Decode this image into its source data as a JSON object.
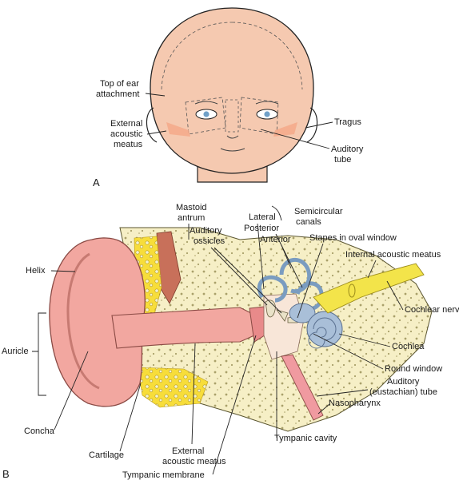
{
  "panel_a": {
    "letter": "A",
    "labels": {
      "top_of_ear_1": "Top of ear",
      "top_of_ear_2": "attachment",
      "eam_1": "External",
      "eam_2": "acoustic",
      "eam_3": "meatus",
      "tragus": "Tragus",
      "auditory_tube_1": "Auditory",
      "auditory_tube_2": "tube"
    }
  },
  "panel_b": {
    "letter": "B",
    "labels": {
      "mastoid_1": "Mastoid",
      "mastoid_2": "antrum",
      "ossicles_1": "Auditory",
      "ossicles_2": "ossicles",
      "lateral": "Lateral",
      "posterior": "Posterior",
      "anterior": "Anterior",
      "semicircular_1": "Semicircular",
      "semicircular_2": "canals",
      "stapes": "Stapes in oval window",
      "internal_meatus": "Internal acoustic meatus",
      "cochlear_nerve": "Cochlear nerve",
      "helix": "Helix",
      "auricle": "Auricle",
      "cochlea": "Cochlea",
      "round_window": "Round window",
      "auditory_tube_1": "Auditory",
      "auditory_tube_2": "(eustachian) tube",
      "nasopharynx": "Nasopharynx",
      "concha": "Concha",
      "tympanic_cavity": "Tympanic cavity",
      "cartilage": "Cartilage",
      "eam_1": "External",
      "eam_2": "acoustic meatus",
      "tympanic_membrane": "Tympanic membrane"
    }
  },
  "colors": {
    "skin": "#f5c9b0",
    "ear_pink": "#f2a7a0",
    "bone": "#f6efc6",
    "bone_dark": "#d8cf95",
    "fat_yellow": "#f7dd3a",
    "muscle": "#c8705a",
    "cochlea_blue": "#a9bfd8",
    "nerve_yellow": "#f3e44a",
    "canal_pink": "#f09aa0"
  }
}
